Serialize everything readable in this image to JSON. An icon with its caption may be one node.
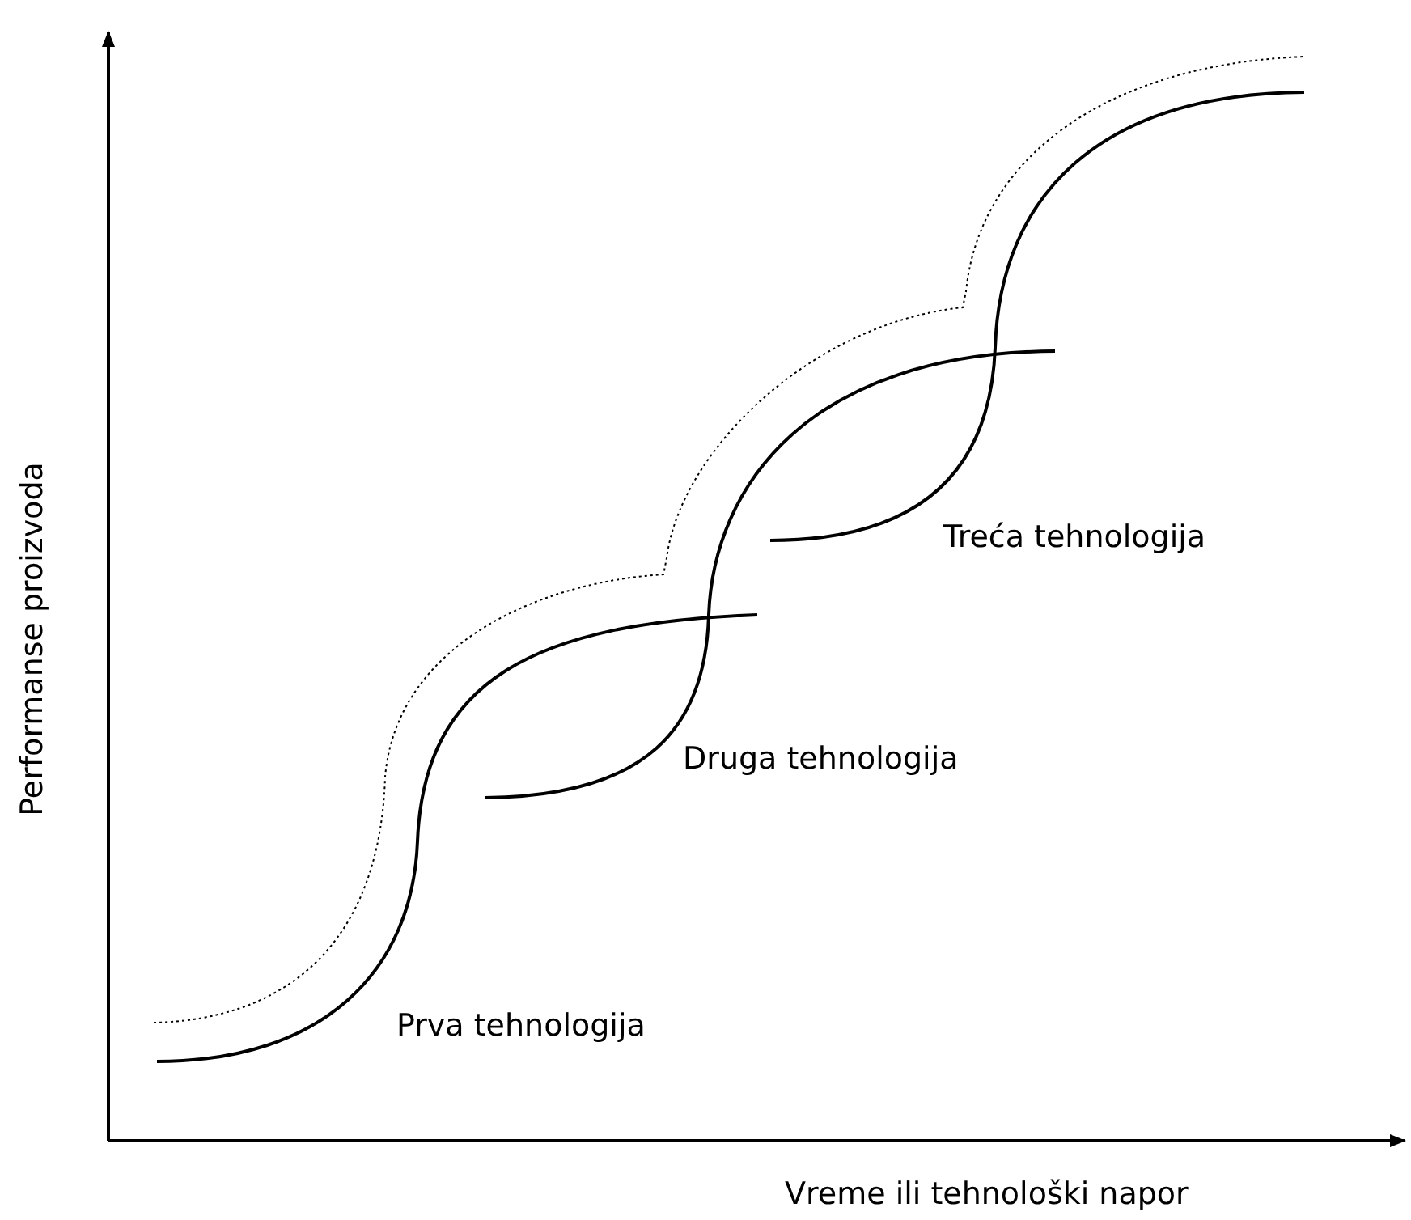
{
  "diagram": {
    "labels": [
      "Treća tehnologija",
      "Druga tehnologija",
      "Prva tehnologija",
      "Performanse proizvoda",
      "Vreme ili tehnološki napor"
    ]
  }
}
